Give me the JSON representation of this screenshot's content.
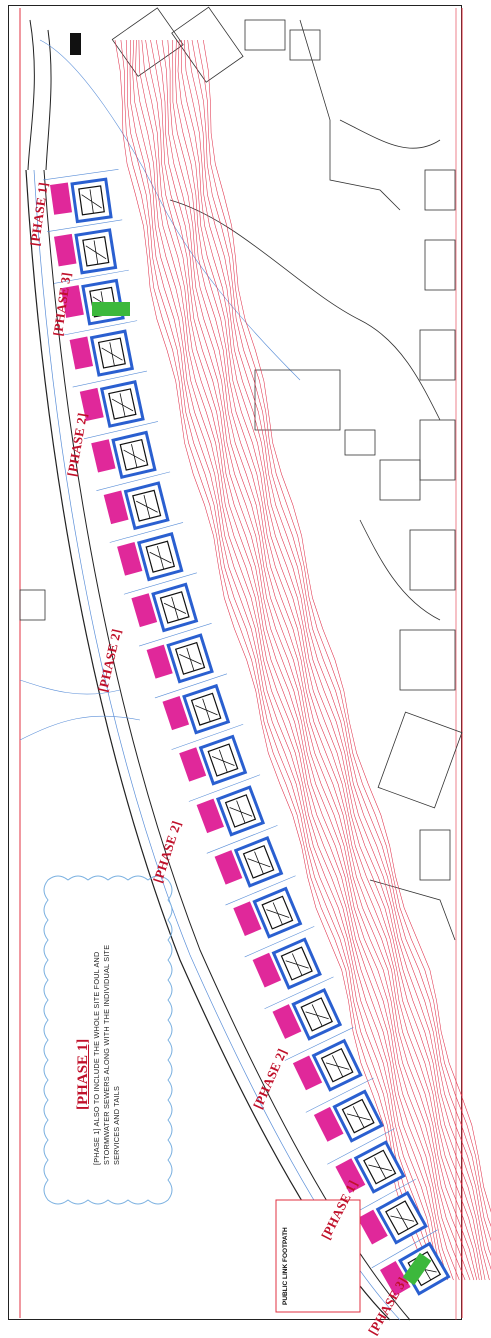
{
  "phase_labels": [
    "[PHASE 1]",
    "[PHASE 3]",
    "[PHASE 2]",
    "[PHASE 2]",
    "[PHASE 2]",
    "[PHASE 2]",
    "[PHASE 1]",
    "[PHASE 3]"
  ],
  "note_cloud": {
    "title": "[PHASE 1]",
    "text_line1": "[PHASE 1] ALSO TO INCLUDE THE WHOLE SITE FOUL AND",
    "text_line2": "STORMWATER SEWERS ALONG WITH THE INDIVIDUAL SITE",
    "text_line3": "SERVICES AND TAILS"
  },
  "footpath_box": {
    "title": "PUBLIC LINK FOOTPATH"
  },
  "colors": {
    "contour": "#e0304a",
    "garden": "#e0289a",
    "building_outline": "#2a5fd0",
    "green": "#3cb83c",
    "boundary": "#e03040",
    "cloud": "#7ab0e0"
  }
}
